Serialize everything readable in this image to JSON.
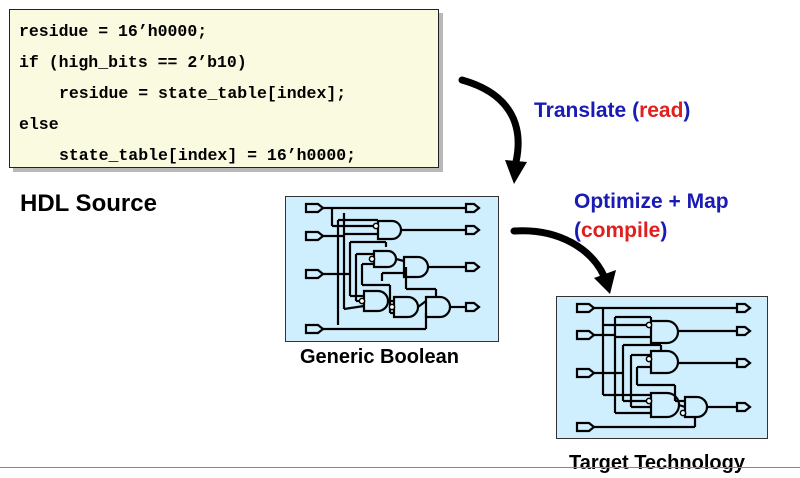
{
  "code": {
    "lines": [
      "residue = 16’h0000;",
      "if (high_bits == 2’b10)",
      "residue = state_table[index];",
      "else",
      "state_table[index] = 16’h0000;"
    ]
  },
  "labels": {
    "hdl_source": "HDL Source",
    "generic_boolean": "Generic Boolean",
    "target_technology": "Target Technology"
  },
  "steps": {
    "translate": {
      "verb": "Translate",
      "open": "(",
      "command": "read",
      "close": ")"
    },
    "optimize": {
      "verb": "Optimize + Map",
      "open": "(",
      "command": "compile",
      "close": ")"
    }
  },
  "colors": {
    "code_background": "#fafae1",
    "panel_background": "#cfeefe",
    "step_text": "#1a1ab4",
    "command_text": "#e0201e"
  },
  "icons": [
    "and-gate-icon",
    "input-port-icon",
    "output-port-icon",
    "curved-arrow-icon"
  ]
}
